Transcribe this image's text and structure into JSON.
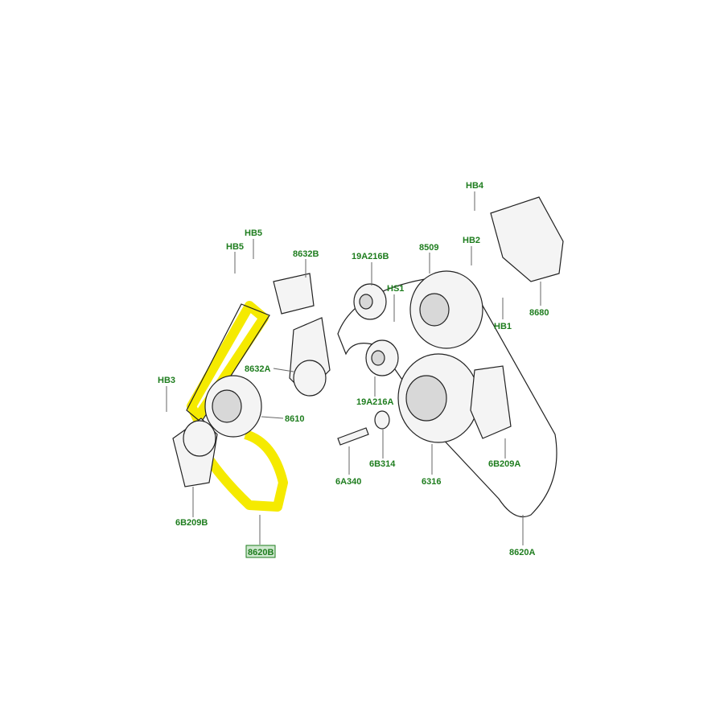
{
  "labels": {
    "hb4": "HB4",
    "hb2": "HB2",
    "hb5a": "HB5",
    "hb5b": "HB5",
    "p8632b": "8632B",
    "p19a216b": "19A216B",
    "p8509": "8509",
    "hs1": "HS1",
    "p8680": "8680",
    "hb1": "HB1",
    "p8632a": "8632A",
    "hb3": "HB3",
    "p8610": "8610",
    "p19a216a": "19A216A",
    "p6b209a": "6B209A",
    "p6b314": "6B314",
    "p6a340": "6A340",
    "p6316": "6316",
    "p6b209b": "6B209B",
    "p8620b": "8620B",
    "p8620a": "8620A"
  },
  "highlight_color": "#f5ea00",
  "label_color": "#1e7d1e",
  "selected_part": "8620B"
}
